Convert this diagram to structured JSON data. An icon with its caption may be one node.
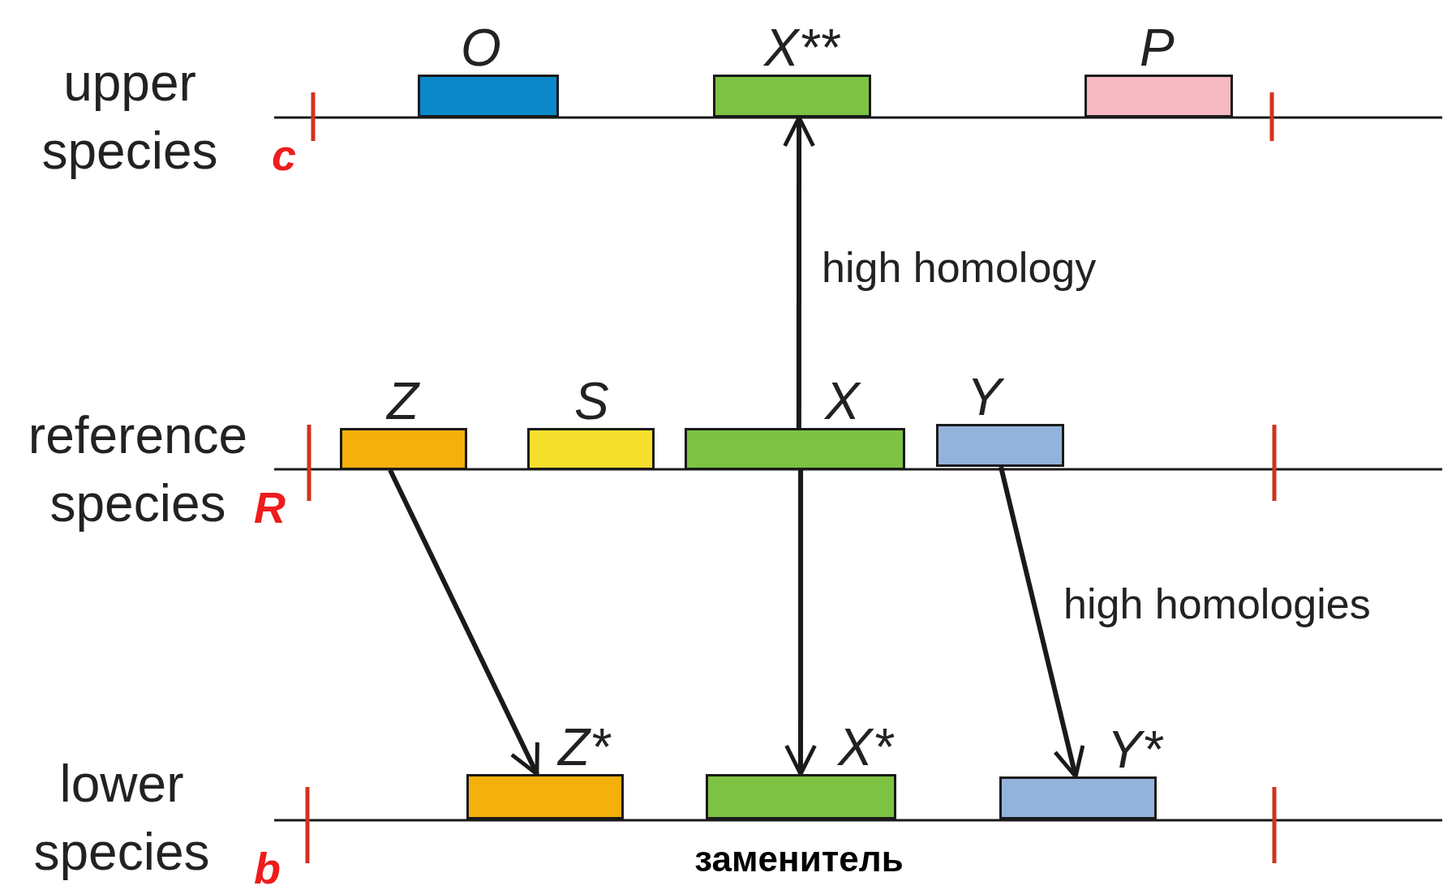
{
  "diagram": {
    "nodes": [
      {
        "text": [
          "O"
        ]
      },
      {
        "text": [
          "X**"
        ]
      },
      {
        "text": [
          "P"
        ]
      },
      {
        "text": [
          "Z"
        ]
      },
      {
        "text": [
          "S"
        ]
      },
      {
        "text": [
          "X"
        ]
      },
      {
        "text": [
          "Y"
        ]
      },
      {
        "text": [
          "Z*"
        ]
      },
      {
        "text": [
          "X*"
        ]
      },
      {
        "text": [
          "Y*"
        ]
      }
    ],
    "edges": [
      {
        "from": 5,
        "to": 1,
        "arrow": "to",
        "label": "high homology"
      },
      {
        "from": 3,
        "to": 7,
        "arrow": "to"
      },
      {
        "from": 5,
        "to": 8,
        "arrow": "to"
      },
      {
        "from": 6,
        "to": 9,
        "arrow": "to",
        "label": "high homologies"
      }
    ],
    "labels": [
      "upper species",
      "c",
      "reference species",
      "R",
      "lower species",
      "b",
      "заменитель"
    ]
  }
}
